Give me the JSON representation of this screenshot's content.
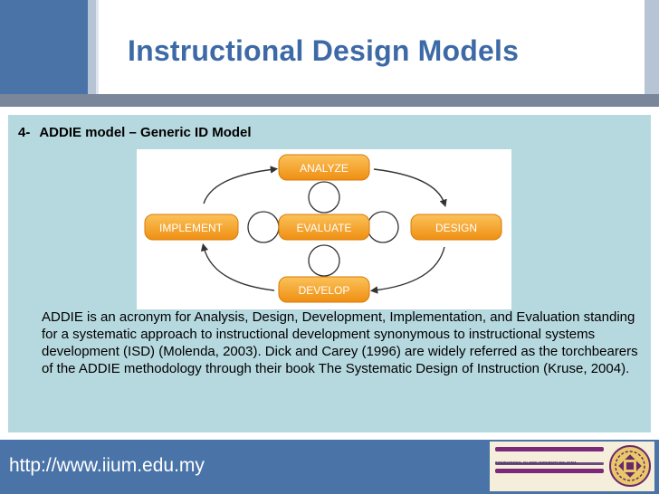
{
  "slide": {
    "title": "Instructional Design Models",
    "heading_number": "4-",
    "heading_text": "ADDIE model – Generic ID Model",
    "body": "ADDIE is an acronym for Analysis, Design, Development, Implementation, and Evaluation standing for a systematic approach to instructional development synonymous to  instructional systems development (ISD) (Molenda, 2003). Dick and Carey (1996) are  widely referred as the torchbearers of the ADDIE methodology through  their book  The Systematic Design of Instruction (Kruse, 2004)."
  },
  "diagram": {
    "analyze": "ANALYZE",
    "design": "DESIGN",
    "develop": "DEVELOP",
    "implement": "IMPLEMENT",
    "evaluate": "EVALUATE"
  },
  "footer": {
    "url": "http://www.iium.edu.my",
    "university": "INTERNATIONAL ISLAMIC UNIVERSITY MALAYSIA"
  },
  "colors": {
    "accent_blue": "#4a74a8",
    "title_blue": "#3d6aa6",
    "panel": "#b6d8df",
    "node_orange": "#f6a623"
  }
}
